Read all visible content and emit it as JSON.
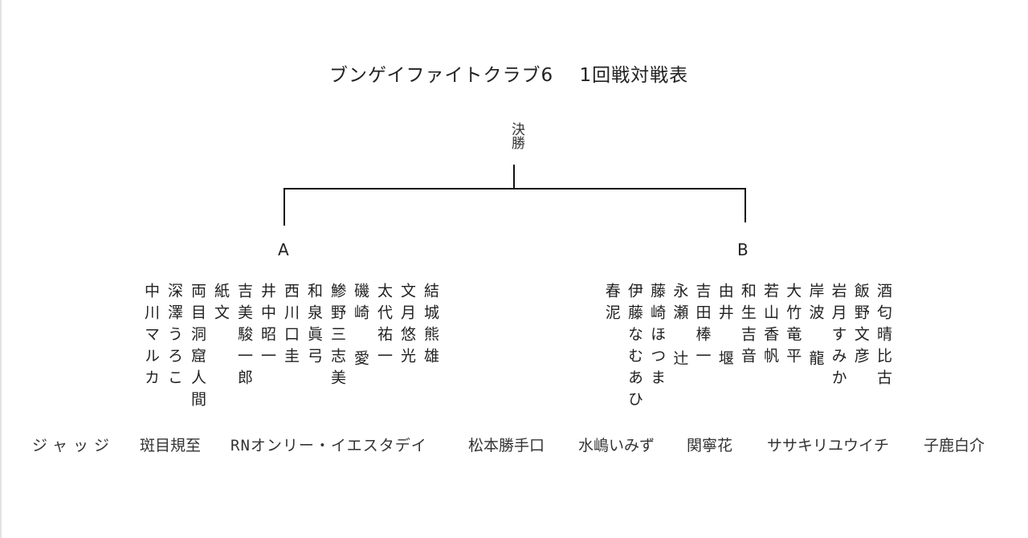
{
  "title": "ブンゲイファイトクラブ6　 1回戦対戦表",
  "bracket": {
    "final_label": "決勝",
    "groups": [
      {
        "label": "A",
        "entrants_right_to_left": [
          "結城熊雄",
          "文月悠光",
          "太代祐一",
          "磯崎 愛",
          "鯵野三志美",
          "和泉眞弓",
          "西川口圭",
          "井中昭一",
          "吉美駿一郎",
          "紙文",
          "両目洞窟人間",
          "深澤うろこ",
          "中川マルカ"
        ]
      },
      {
        "label": "B",
        "entrants_right_to_left": [
          "酒匂晴比古",
          "飯野文彦",
          "岩月すみか",
          "岸波 龍",
          "大竹竜平",
          "若山香帆",
          "和生吉音",
          "由井 堰",
          "吉田棒一",
          "永瀬 辻",
          "藤崎ほつま",
          "伊藤なむあひ",
          "春泥"
        ]
      }
    ]
  },
  "judges": {
    "label": "ジャッジ",
    "names": [
      "斑目規至",
      "RNオンリー・イエスタデイ",
      "松本勝手口",
      "水嶋いみず",
      "関寧花",
      "ササキリユウイチ",
      "子鹿白介"
    ]
  },
  "colors": {
    "background": "#ffffff",
    "text": "#222222",
    "lines": "#111111"
  }
}
